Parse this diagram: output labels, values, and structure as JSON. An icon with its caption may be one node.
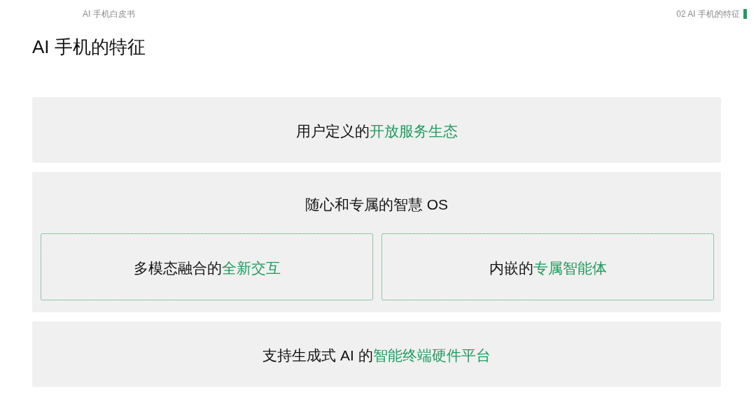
{
  "diagram": {
    "title": "AI 手机的特征",
    "nodes": [
      {
        "text": [
          "用户定义的**开放服务生态**"
        ]
      },
      {
        "text": [
          "随心和专属的智慧 OS"
        ]
      },
      {
        "text": [
          "多模态融合的**全新交互**"
        ],
        "in": 1
      },
      {
        "text": [
          "内嵌的**专属智能体**"
        ],
        "in": 1
      },
      {
        "text": [
          "支持生成式 AI 的**智能终端硬件平台**"
        ]
      }
    ],
    "labels": [
      "AI 手机白皮书",
      "02 AI 手机的特征"
    ]
  }
}
